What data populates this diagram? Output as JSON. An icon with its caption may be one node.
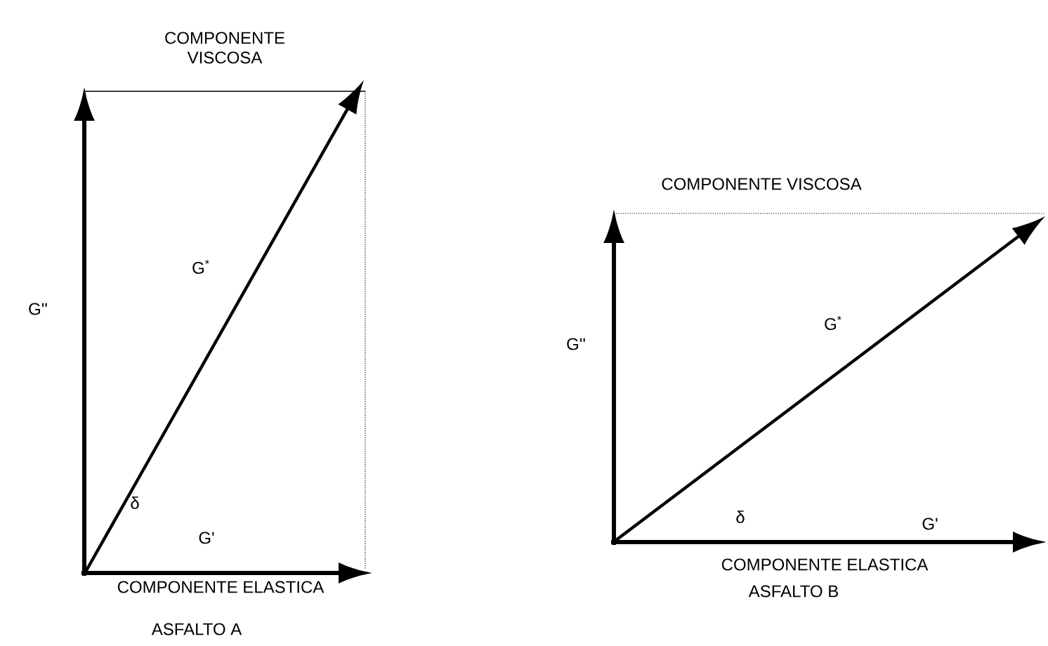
{
  "diagram": {
    "labels": [
      "COMPONENTE VISCOSA",
      "G''",
      "G$^{*}$",
      "δ",
      "G'",
      "COMPONENTE ELASTICA",
      "ASFALTO A",
      "COMPONENTE VISCOSA",
      "G''",
      "G$^{*}$",
      "δ",
      "G'",
      "COMPONENTE ELASTICA",
      "ASFALTO B"
    ]
  }
}
